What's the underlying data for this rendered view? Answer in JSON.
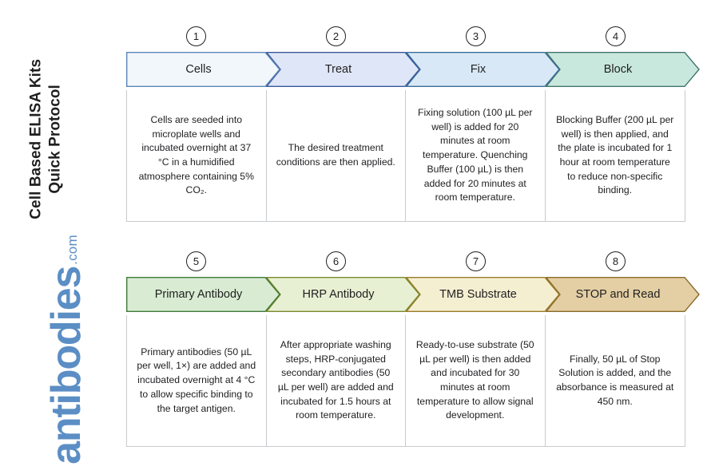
{
  "brand": {
    "protocol_title": "Cell Based ELISA Kits\nQuick Protocol",
    "logo_word": "antibodies",
    "logo_tld": ".com",
    "logo_color": "#5b8ec4"
  },
  "rows": [
    {
      "name": "row-1",
      "steps": [
        {
          "number": "1",
          "label": "Cells",
          "description": "Cells are seeded into microplate wells and incubated overnight at 37 °C in a humidified atmosphere containing 5% CO₂.",
          "fill": "#f2f7fc",
          "stroke": "#5b86b8"
        },
        {
          "number": "2",
          "label": "Treat",
          "description": "The desired treatment conditions are then applied.",
          "fill": "#dfe6f7",
          "stroke": "#39599c"
        },
        {
          "number": "3",
          "label": "Fix",
          "description": "Fixing solution (100 µL per well) is added for 20 minutes at room temperature. Quenching Buffer (100 µL) is then added for 20 minutes at room temperature.",
          "fill": "#d8e8f6",
          "stroke": "#3b6f97"
        },
        {
          "number": "4",
          "label": "Block",
          "description": "Blocking Buffer (200 µL per well) is then applied, and the plate is incubated for 1 hour at room temperature to reduce non-specific binding.",
          "fill": "#c9e8dd",
          "stroke": "#41756c"
        }
      ]
    },
    {
      "name": "row-2",
      "steps": [
        {
          "number": "5",
          "label": "Primary Antibody",
          "description": "Primary antibodies (50 µL per well, 1×) are added and incubated overnight at 4 °C to allow specific binding to the target antigen.",
          "fill": "#d9ecd3",
          "stroke": "#3f7a37"
        },
        {
          "number": "6",
          "label": "HRP Antibody",
          "description": "After appropriate washing steps, HRP-conjugated secondary antibodies (50 µL per well) are added and incubated for 1.5 hours at room temperature.",
          "fill": "#e8f0d4",
          "stroke": "#7c8a2c"
        },
        {
          "number": "7",
          "label": "TMB Substrate",
          "description": "Ready-to-use substrate (50 µL per well) is then added and incubated for 30 minutes at room temperature to allow signal development.",
          "fill": "#f5efd2",
          "stroke": "#9a7b28"
        },
        {
          "number": "8",
          "label": "STOP and Read",
          "description": "Finally, 50 µL of Stop Solution is added, and the absorbance is measured at 450 nm.",
          "fill": "#e4cfa4",
          "stroke": "#8a6a28"
        }
      ]
    }
  ],
  "layout": {
    "table_border_color": "#c8cbcf",
    "badge_border_color": "#1f1f1f",
    "text_color": "#202124"
  }
}
